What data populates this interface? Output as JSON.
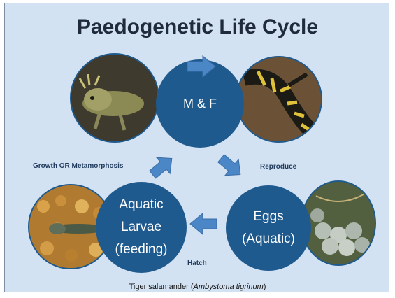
{
  "title": "Paedogenetic Life Cycle",
  "nodes": {
    "adults": {
      "label": "M & F"
    },
    "eggs": {
      "line1": "Eggs",
      "line2": "(Aquatic)"
    },
    "larvae": {
      "line1": "Aquatic",
      "line2": "Larvae",
      "line3": "(feeding)"
    }
  },
  "transitions": {
    "reproduce": "Reproduce",
    "hatch": "Hatch",
    "growth": "Growth OR Metamorphosis"
  },
  "caption": {
    "prefix": "Tiger salamander (",
    "species": "Ambystoma tigrinum",
    "suffix": ")"
  },
  "colors": {
    "background": "#d3e2f2",
    "circle": "#1f5a8f",
    "arrow": "#4b86c6",
    "title": "#1f2b3d"
  },
  "icons": [
    "axolotl-photo",
    "tiger-salamander-photo",
    "larvae-photo",
    "eggs-photo",
    "arrow-icon"
  ]
}
